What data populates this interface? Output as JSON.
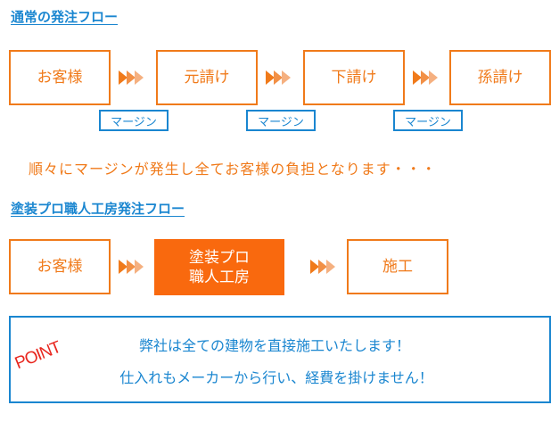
{
  "flow1": {
    "heading": "通常の発注フロー",
    "steps": [
      "お客様",
      "元請け",
      "下請け",
      "孫請け"
    ],
    "margin_label": "マージン",
    "tagline": "順々にマージンが発生し全てお客様の負担となります・・・"
  },
  "flow2": {
    "heading": "塗装プロ職人工房発注フロー",
    "steps": [
      "お客様",
      "塗装プロ",
      "職人工房",
      "施工"
    ]
  },
  "point": {
    "stamp": "POINT",
    "line1": "弊社は全ての建物を直接施工いたします！",
    "line2": "仕入れもメーカーから行い、経費を掛けません！"
  },
  "colors": {
    "accent_orange": "#f07a1a",
    "filled_orange": "#f9690e",
    "accent_blue": "#1a86d0",
    "stamp_red": "#e8261e"
  }
}
